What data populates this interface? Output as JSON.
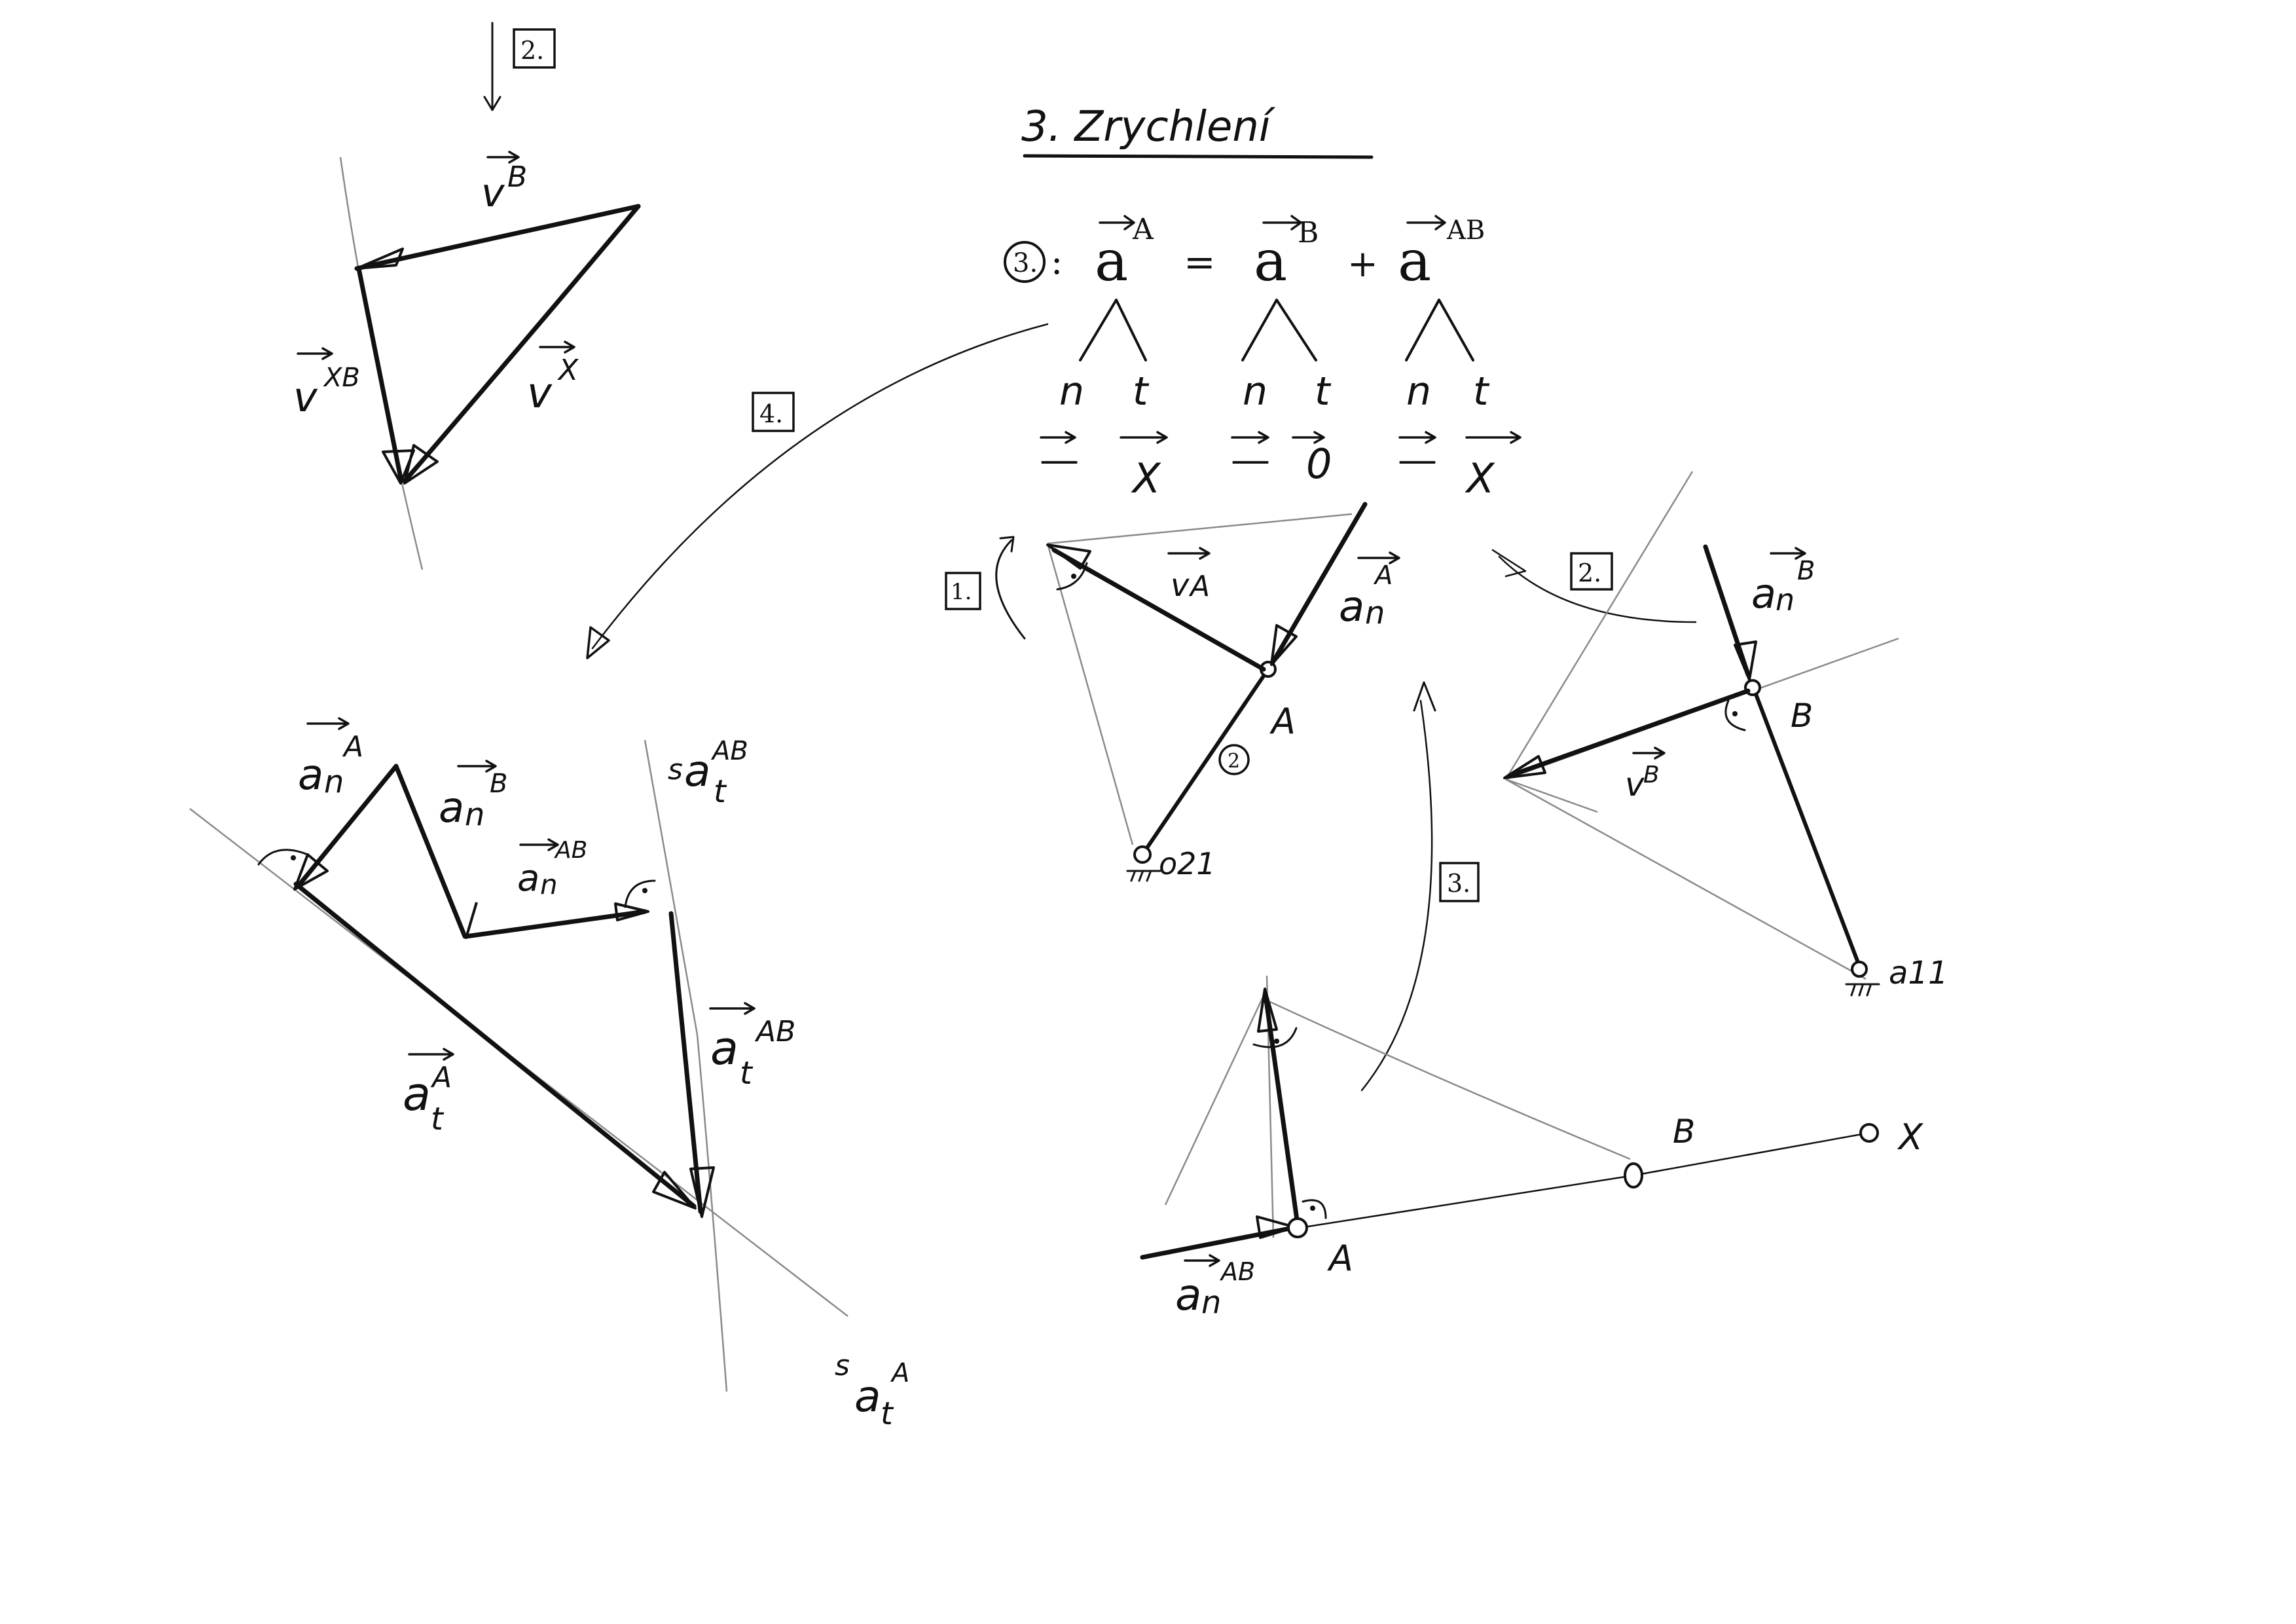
{
  "title": "3. Zrychlení",
  "equation": {
    "step": "3.",
    "colon": ":",
    "lhs": "a",
    "lhs_sup": "A",
    "eq": "=",
    "rhs1": "a",
    "rhs1_sup": "B",
    "plus": "+",
    "rhs2": "a",
    "rhs2_sup": "AB",
    "components": [
      {
        "n": "n",
        "t": "t",
        "n_val": "—",
        "t_val": "X"
      },
      {
        "n": "n",
        "t": "t",
        "n_val": "—",
        "t_val": "0"
      },
      {
        "n": "n",
        "t": "t",
        "n_val": "—",
        "t_val": "X"
      }
    ]
  },
  "step_boxes": {
    "top_left": "2.",
    "arc": "4.",
    "mid_left": "1.",
    "mid_right": "2.",
    "bottom": "3."
  },
  "velocity_polygon": {
    "vB_base": "v",
    "vB_sup": "B",
    "vXB_base": "v",
    "vXB_sup": "XB",
    "vX_base": "v",
    "vX_sup": "X"
  },
  "acceleration_polygon": {
    "anA_base": "a",
    "anA_sub": "n",
    "anA_sup": "A",
    "anB_base": "a",
    "anB_sub": "n",
    "anB_sup": "B",
    "anAB_base": "a",
    "anAB_sub": "n",
    "anAB_sup": "AB",
    "atAB_base": "a",
    "atAB_sub": "t",
    "atAB_sup": "AB",
    "atA_base": "a",
    "atA_sub": "t",
    "atA_sup": "A",
    "s_atAB_pre": "s",
    "s_atAB_base": "a",
    "s_atAB_sub": "t",
    "s_atAB_sup": "AB",
    "s_atA_pre": "s",
    "s_atA_base": "a",
    "s_atA_sub": "t",
    "s_atA_sup": "A"
  },
  "link_A": {
    "vA_base": "v",
    "vA_sup": "A",
    "anA_base": "a",
    "anA_sub": "n",
    "anA_sup": "A",
    "point": "A",
    "link_no": "2",
    "ground": "o21"
  },
  "link_B": {
    "anB_base": "a",
    "anB_sub": "n",
    "anB_sup": "B",
    "vB_base": "v",
    "vB_sup": "B",
    "point": "B",
    "ground": "a11"
  },
  "link_AB": {
    "point_A": "A",
    "point_B": "B",
    "point_X": "X",
    "anAB_base": "a",
    "anAB_sub": "n",
    "anAB_sup": "AB"
  }
}
